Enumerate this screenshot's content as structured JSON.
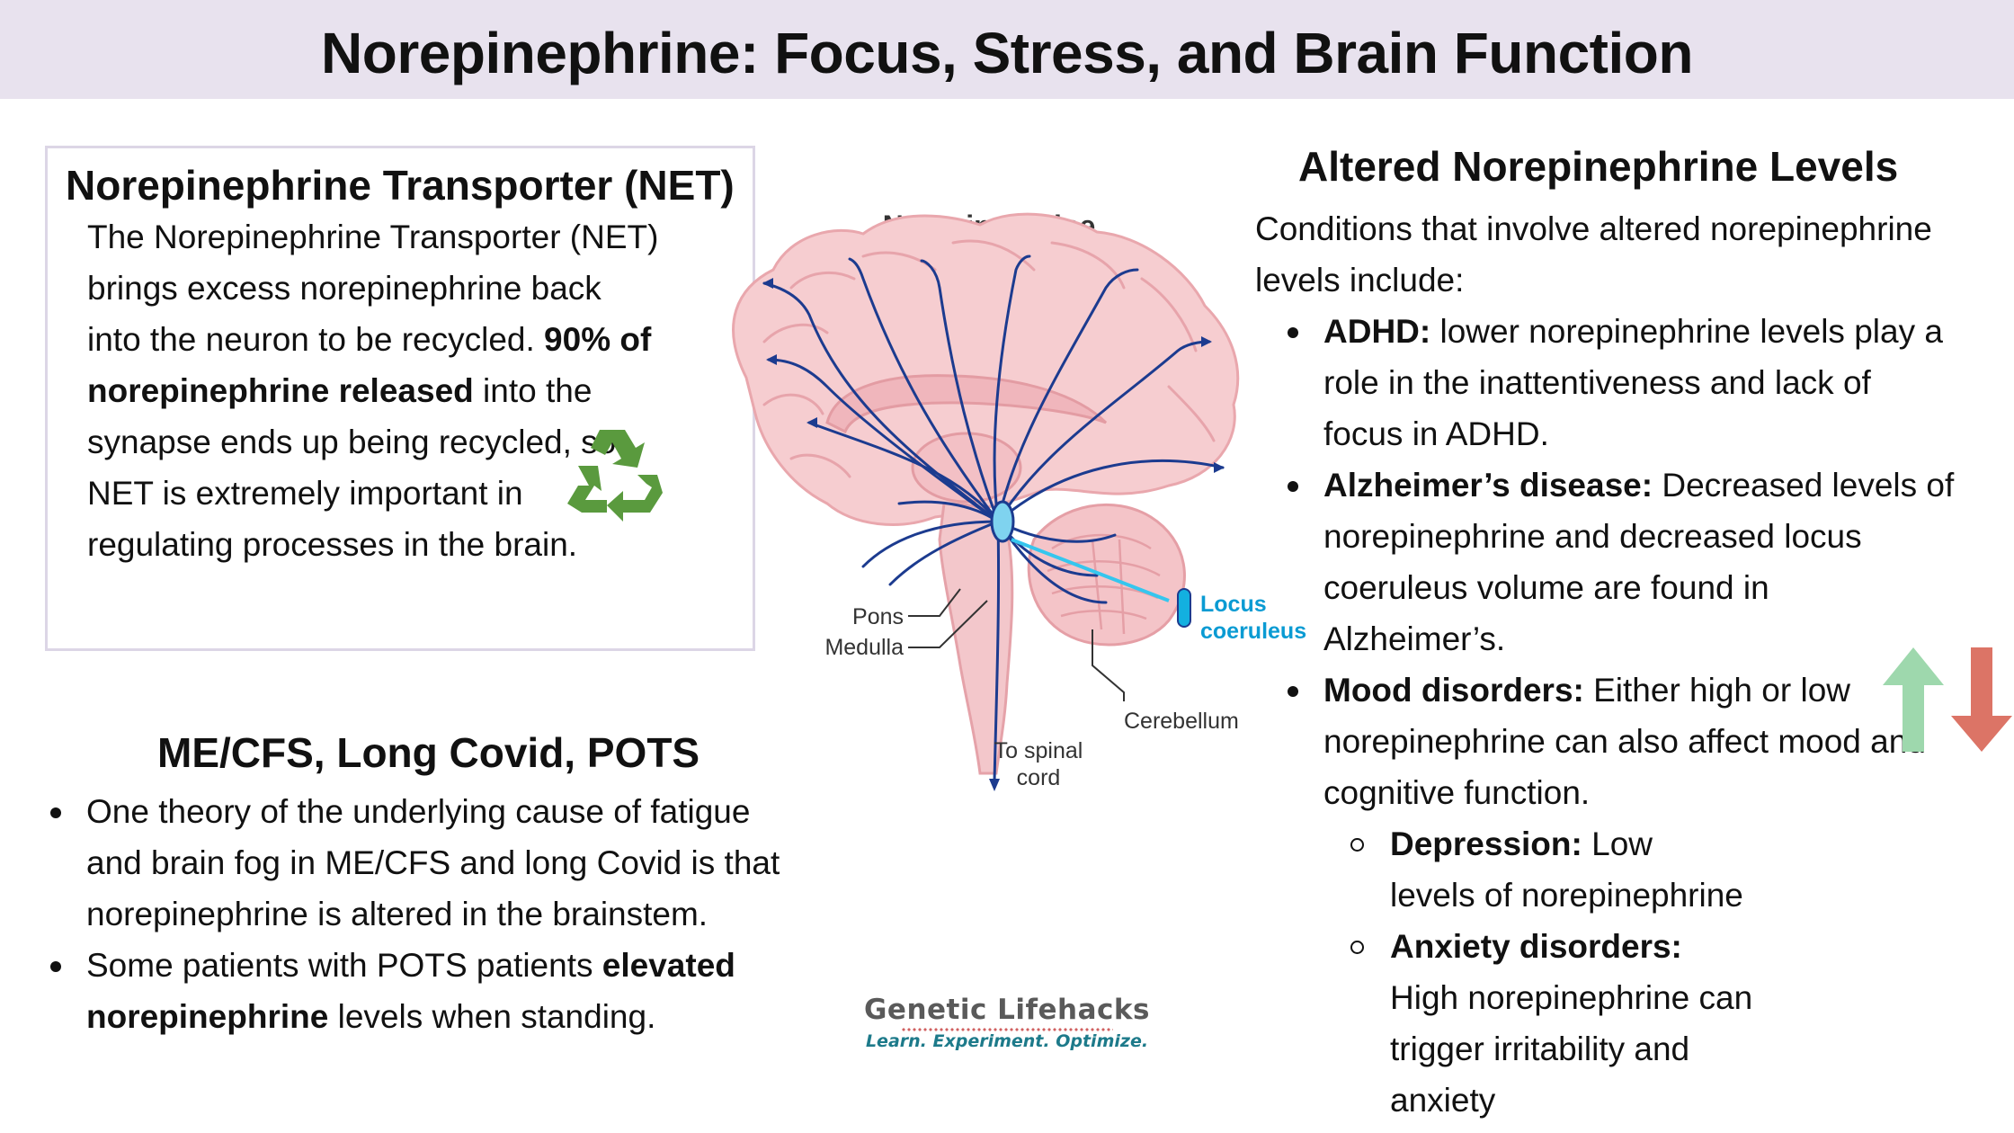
{
  "header": {
    "title": "Norepinephrine: Focus, Stress, and Brain Function"
  },
  "net": {
    "title": "Norepinephrine Transporter (NET)",
    "body_1": "The Norepinephrine Transporter (NET) brings excess norepinephrine back into the neuron to be recycled.",
    "body_bold": "90% of norepinephrine released",
    "body_2": " into the synapse ends up being recycled, so NET is extremely important in regulating processes in the brain."
  },
  "mecfs": {
    "title": "ME/CFS, Long Covid, POTS",
    "bullet_1": "One theory of the underlying cause of fatigue and brain fog in ME/CFS and long Covid is that norepinephrine is altered in the brainstem.",
    "bullet_2_pre": "Some patients with POTS patients ",
    "bullet_2_bold": "elevated norepinephrine",
    "bullet_2_post": " levels when standing."
  },
  "diagram": {
    "title": "Norepinephrine",
    "labels": {
      "pons": "Pons",
      "medulla": "Medulla",
      "locus_1": "Locus",
      "locus_2": "coeruleus",
      "cerebellum": "Cerebellum",
      "spinal_1": "To spinal",
      "spinal_2": "cord"
    },
    "colors": {
      "brain_fill": "#f5c9cc",
      "pathway": "#1c3b8f",
      "locus": "#0fa8d8"
    }
  },
  "altered": {
    "title": "Altered Norepinephrine Levels",
    "intro": "Conditions that involve altered norepinephrine levels include:",
    "items": [
      {
        "term": "ADHD:",
        "text": " lower norepinephrine levels play a role in the inattentiveness and lack of focus in ADHD."
      },
      {
        "term": "Alzheimer’s disease:",
        "text": " Decreased levels of norepinephrine and decreased locus coeruleus volume  are found in Alzheimer’s."
      },
      {
        "term": "Mood disorders:",
        "text": " Either high or low norepinephrine can also affect mood and cognitive function."
      }
    ],
    "sub_items": [
      {
        "term": "Depression:",
        "text": " Low levels of norepinephrine"
      },
      {
        "term": "Anxiety disorders:",
        "text": " High norepinephrine can trigger irritability and anxiety"
      }
    ]
  },
  "logo": {
    "name": "Genetic Lifehacks",
    "tagline": "Learn. Experiment. Optimize."
  },
  "icons": {
    "recycle": "recycle-icon",
    "up": "arrow-up-icon",
    "down": "arrow-down-icon",
    "up_color": "#9ed8ad",
    "down_color": "#dc7466",
    "recycle_color": "#5a9a3e"
  }
}
